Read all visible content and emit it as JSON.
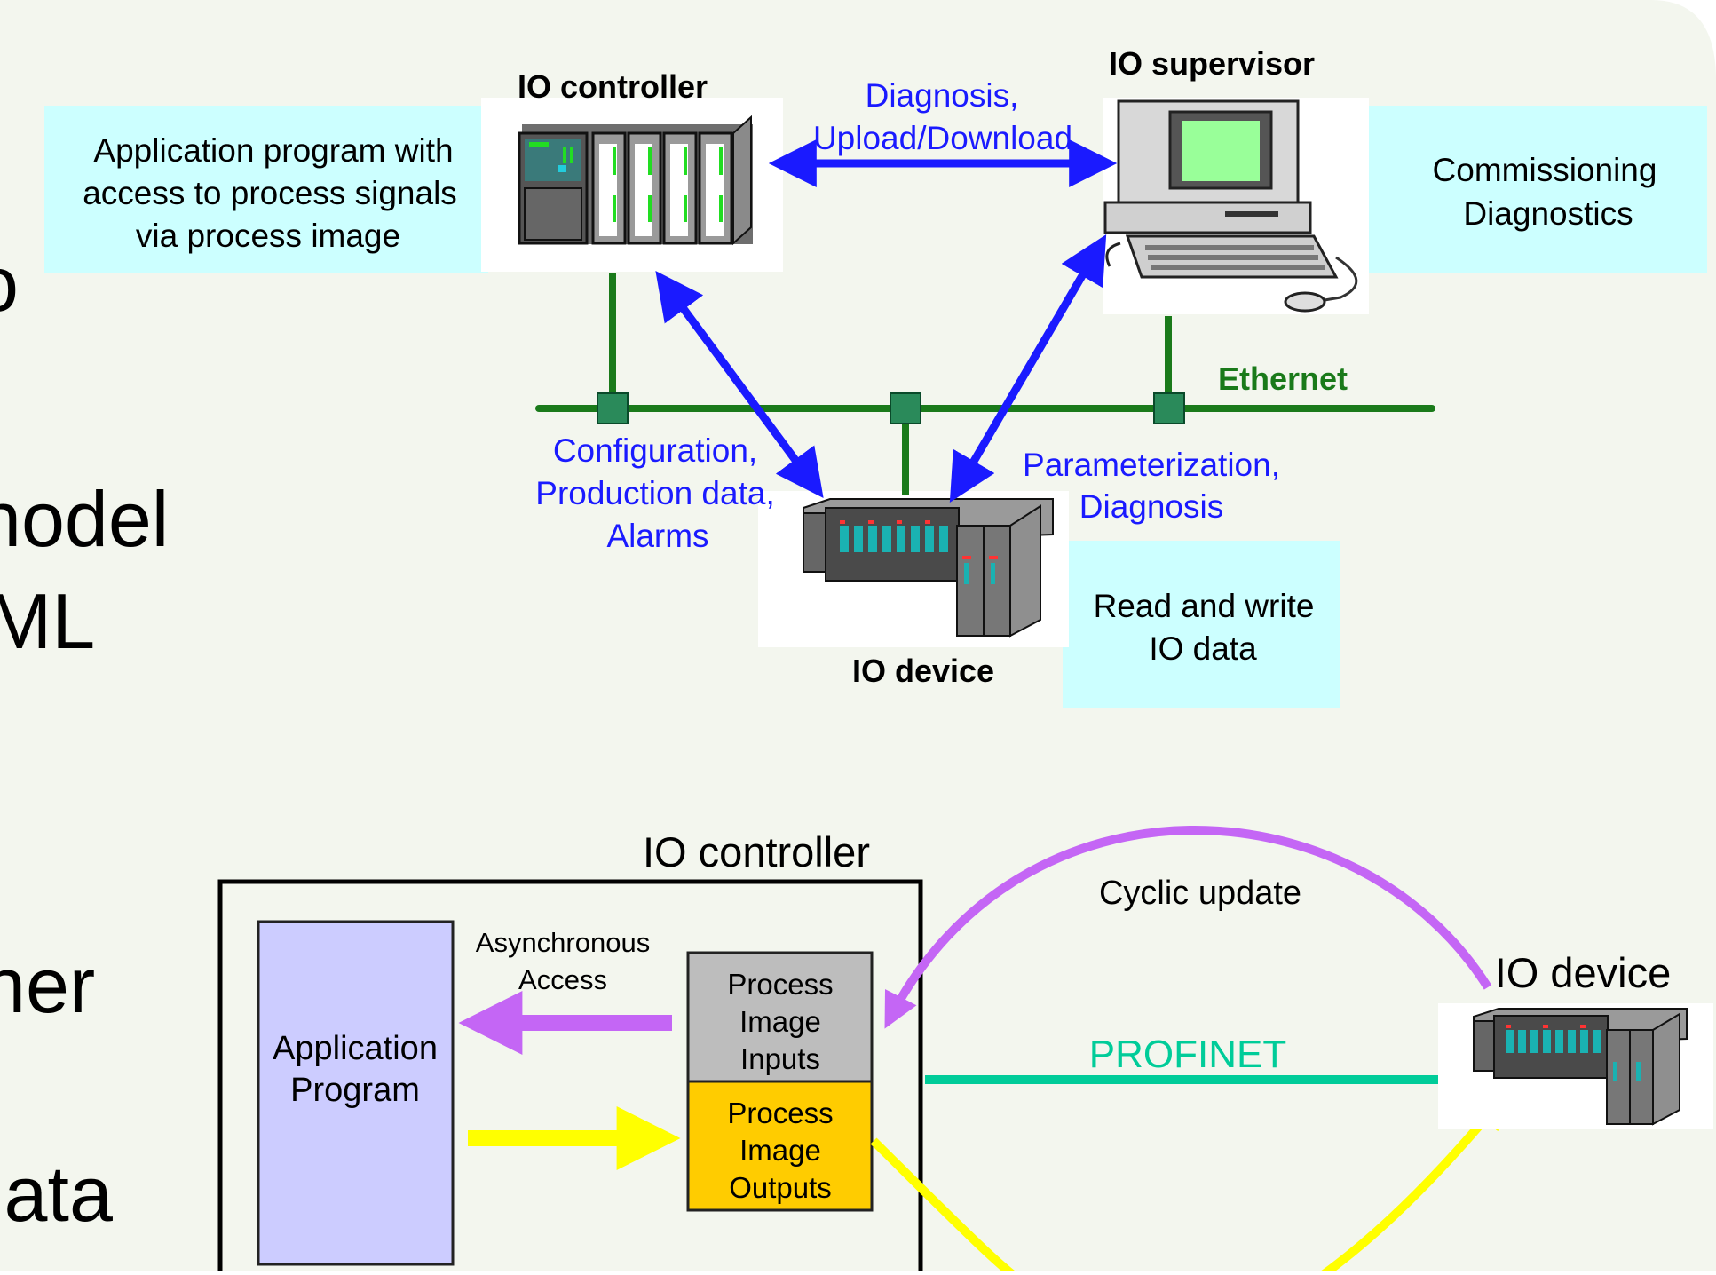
{
  "colors": {
    "background": "#f3f6ee",
    "info_box": "#ccffff",
    "ethernet": "#1a7a1a",
    "blue_arrow": "#1a1aff",
    "purple_arrow": "#c466f5",
    "yellow_arrow": "#ffff00",
    "profinet_line": "#00cc99",
    "app_box": "#ccccff",
    "inputs_box": "#bdbdbd",
    "outputs_box": "#ffcc00"
  },
  "left_fragments": [
    "o",
    "nodel",
    "ML",
    "ner",
    "lata"
  ],
  "top": {
    "io_controller_label": "IO controller",
    "io_supervisor_label": "IO supervisor",
    "io_device_label": "IO device",
    "ethernet_label": "Ethernet",
    "app_program_box": [
      "Application program with",
      "access to process signals",
      "via process image"
    ],
    "commissioning_box": [
      "Commissioning",
      "Diagnostics"
    ],
    "read_write_box": [
      "Read and write",
      "IO data"
    ],
    "diag_upload": [
      "Diagnosis,",
      "Upload/Download"
    ],
    "config_text": [
      "Configuration,",
      "Production data,",
      "Alarms"
    ],
    "param_text": [
      "Parameterization,",
      "Diagnosis"
    ]
  },
  "bottom": {
    "io_controller_label": "IO controller",
    "io_device_label": "IO device",
    "cyclic_update": "Cyclic update",
    "profinet": "PROFINET",
    "async_access": [
      "Asynchronous",
      "Access"
    ],
    "app_program": [
      "Application",
      "Program"
    ],
    "pi_inputs": [
      "Process",
      "Image",
      "Inputs"
    ],
    "pi_outputs": [
      "Process",
      "Image",
      "Outputs"
    ]
  },
  "icons": [
    "plc-controller-icon",
    "computer-workstation-icon",
    "io-device-rack-icon"
  ]
}
